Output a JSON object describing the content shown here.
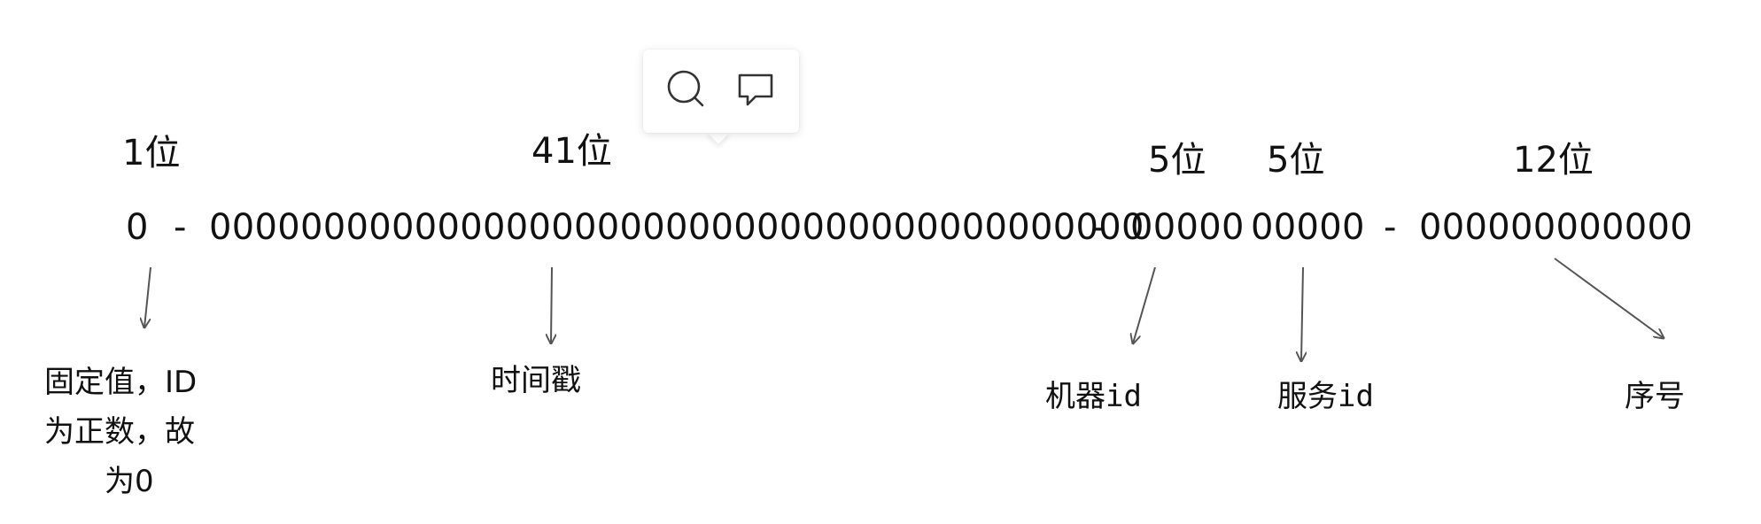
{
  "bit_counts": {
    "sign": "1位",
    "timestamp": "41位",
    "machine": "5位",
    "service": "5位",
    "sequence": "12位"
  },
  "binary": {
    "sign": "0",
    "sep1": "-",
    "timestamp": "00000000000000000000000000000000000000000",
    "sep2": "-",
    "machine": "00000",
    "service": "00000",
    "sep3": "-",
    "sequence": "000000000000"
  },
  "labels": {
    "sign_line1": "固定值，ID",
    "sign_line2": "为正数，故",
    "sign_line3": "为0",
    "timestamp": "时间戳",
    "machine_prefix": "机器",
    "machine_suffix": "id",
    "service_prefix": "服务",
    "service_suffix": "id",
    "sequence": "序号"
  },
  "popup": {
    "buttons": [
      "search-icon",
      "comment-icon"
    ]
  },
  "colors": {
    "text": "#111111",
    "arrow": "#555555",
    "icon": "#333333"
  }
}
